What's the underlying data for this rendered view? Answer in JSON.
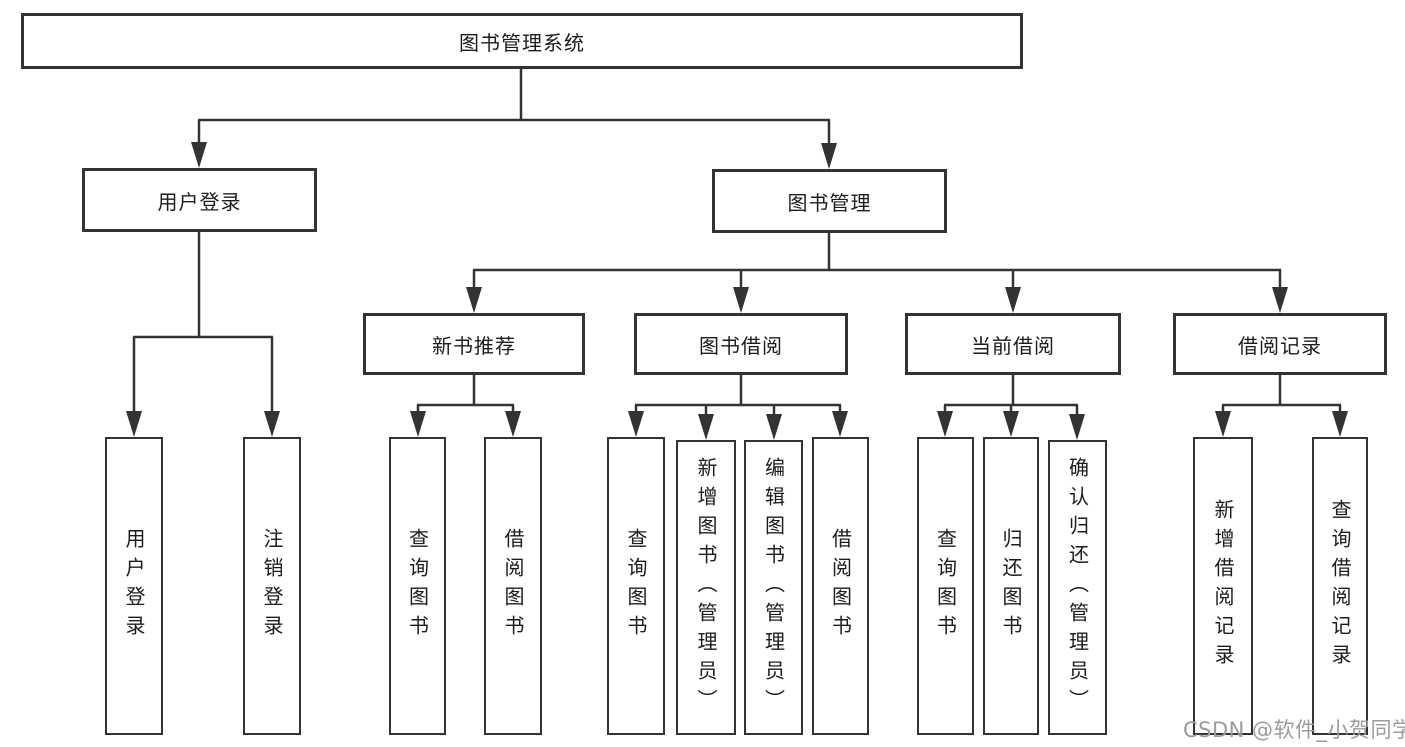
{
  "diagram": {
    "title": "图书管理系统",
    "nodes": {
      "root": "图书管理系统",
      "user_login": "用户登录",
      "book_mgmt": "图书管理",
      "new_book_rec": "新书推荐",
      "book_borrow": "图书借阅",
      "current_borrow": "当前借阅",
      "borrow_record": "借阅记录",
      "leaf_user_login": "用户登录",
      "leaf_logout": "注销登录",
      "leaf_nb_query": "查询图书",
      "leaf_nb_borrow": "借阅图书",
      "leaf_bb_query": "查询图书",
      "leaf_bb_add": "新增图书（管理员）",
      "leaf_bb_edit": "编辑图书（管理员）",
      "leaf_bb_borrow": "借阅图书",
      "leaf_cb_query": "查询图书",
      "leaf_cb_return": "归还图书",
      "leaf_cb_confirm": "确认归还（管理员）",
      "leaf_br_add": "新增借阅记录",
      "leaf_br_query": "查询借阅记录"
    },
    "tree": {
      "label": "图书管理系统",
      "children": [
        {
          "label": "用户登录",
          "children": [
            {
              "label": "用户登录"
            },
            {
              "label": "注销登录"
            }
          ]
        },
        {
          "label": "图书管理",
          "children": [
            {
              "label": "新书推荐",
              "children": [
                {
                  "label": "查询图书"
                },
                {
                  "label": "借阅图书"
                }
              ]
            },
            {
              "label": "图书借阅",
              "children": [
                {
                  "label": "查询图书"
                },
                {
                  "label": "新增图书（管理员）"
                },
                {
                  "label": "编辑图书（管理员）"
                },
                {
                  "label": "借阅图书"
                }
              ]
            },
            {
              "label": "当前借阅",
              "children": [
                {
                  "label": "查询图书"
                },
                {
                  "label": "归还图书"
                },
                {
                  "label": "确认归还（管理员）"
                }
              ]
            },
            {
              "label": "借阅记录",
              "children": [
                {
                  "label": "新增借阅记录"
                },
                {
                  "label": "查询借阅记录"
                }
              ]
            }
          ]
        }
      ]
    },
    "watermark": "CSDN @软件_小贺同学",
    "colors": {
      "line": "#333333",
      "text": "#1c1c1c",
      "watermark": "#9c9c9c",
      "background": "#ffffff"
    }
  }
}
